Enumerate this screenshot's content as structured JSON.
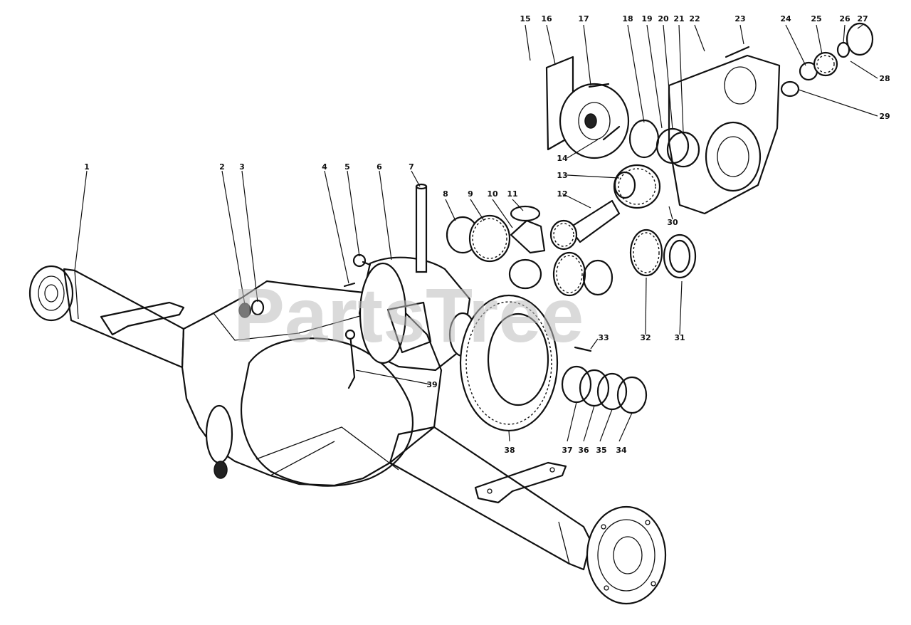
{
  "watermark": "PartsTree",
  "callouts": [
    {
      "n": "1"
    },
    {
      "n": "2"
    },
    {
      "n": "3"
    },
    {
      "n": "4"
    },
    {
      "n": "5"
    },
    {
      "n": "6"
    },
    {
      "n": "7"
    },
    {
      "n": "8"
    },
    {
      "n": "9"
    },
    {
      "n": "10"
    },
    {
      "n": "11"
    },
    {
      "n": "12"
    },
    {
      "n": "13"
    },
    {
      "n": "14"
    },
    {
      "n": "15"
    },
    {
      "n": "16"
    },
    {
      "n": "17"
    },
    {
      "n": "18"
    },
    {
      "n": "19"
    },
    {
      "n": "20"
    },
    {
      "n": "21"
    },
    {
      "n": "22"
    },
    {
      "n": "23"
    },
    {
      "n": "24"
    },
    {
      "n": "25"
    },
    {
      "n": "26"
    },
    {
      "n": "27"
    },
    {
      "n": "28"
    },
    {
      "n": "29"
    },
    {
      "n": "30"
    },
    {
      "n": "31"
    },
    {
      "n": "32"
    },
    {
      "n": "33"
    },
    {
      "n": "34"
    },
    {
      "n": "35"
    },
    {
      "n": "36"
    },
    {
      "n": "37"
    },
    {
      "n": "38"
    },
    {
      "n": "39"
    }
  ]
}
